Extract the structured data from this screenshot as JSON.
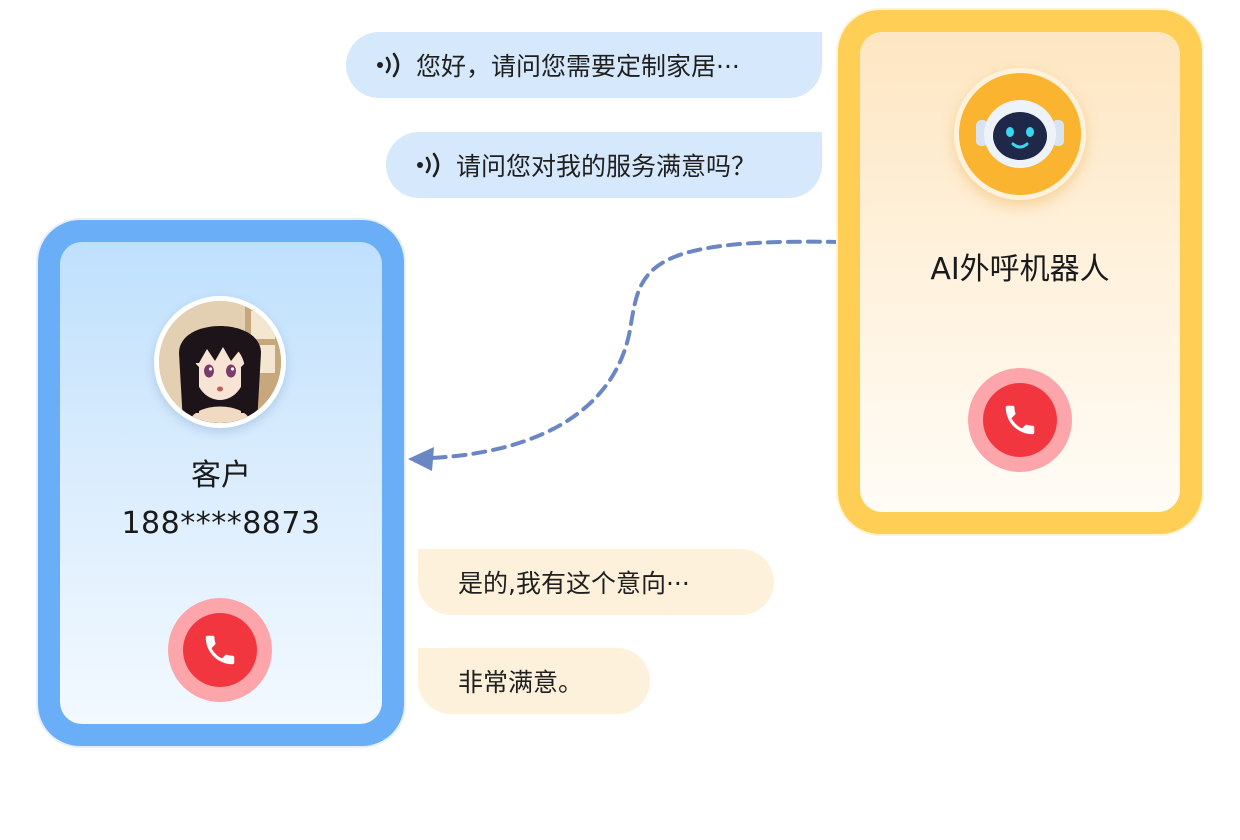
{
  "customer": {
    "title": "客户",
    "phone": "188****8873"
  },
  "robot": {
    "title": "AI外呼机器人"
  },
  "ai_messages": [
    {
      "text": "您好，请问您需要定制家居···"
    },
    {
      "text": "请问您对我的服务满意吗？"
    }
  ],
  "user_messages": [
    {
      "text": "是的,我有这个意向···"
    },
    {
      "text": "非常满意。"
    }
  ],
  "icons": {
    "hangup": "phone-hangup-icon",
    "voice": "voice-wave-icon",
    "robot": "robot-face-icon",
    "avatar": "customer-avatar"
  },
  "colors": {
    "customer_frame": "#6aaef8",
    "robot_frame": "#ffcf55",
    "hangup_red": "#f1363f",
    "ai_bubble": "#d6e8fb",
    "user_bubble": "#fdf1dc",
    "connector": "#6a86c4"
  }
}
